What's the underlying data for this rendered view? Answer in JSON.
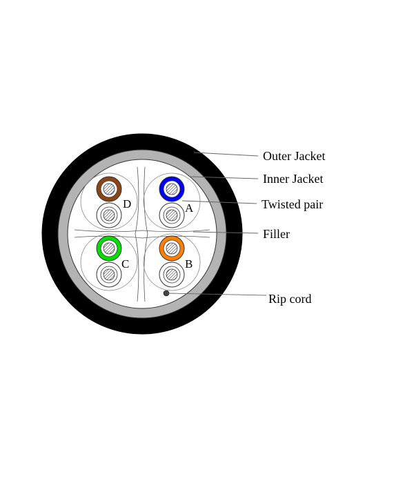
{
  "diagram": {
    "labels": {
      "outer_jacket": "Outer Jacket",
      "inner_jacket": "Inner Jacket",
      "twisted_pair": "Twisted pair",
      "filler": "Filler",
      "rip_cord": "Rip cord"
    },
    "pairs": [
      {
        "id": "D",
        "color": "#8B4513"
      },
      {
        "id": "A",
        "color": "#0000FF"
      },
      {
        "id": "C",
        "color": "#00E000"
      },
      {
        "id": "B",
        "color": "#FF7F00"
      }
    ],
    "colors": {
      "outer_jacket": "#000000",
      "inner_jacket": "#B3B3B3",
      "core": "#FFFFFF",
      "line": "#666666"
    }
  }
}
